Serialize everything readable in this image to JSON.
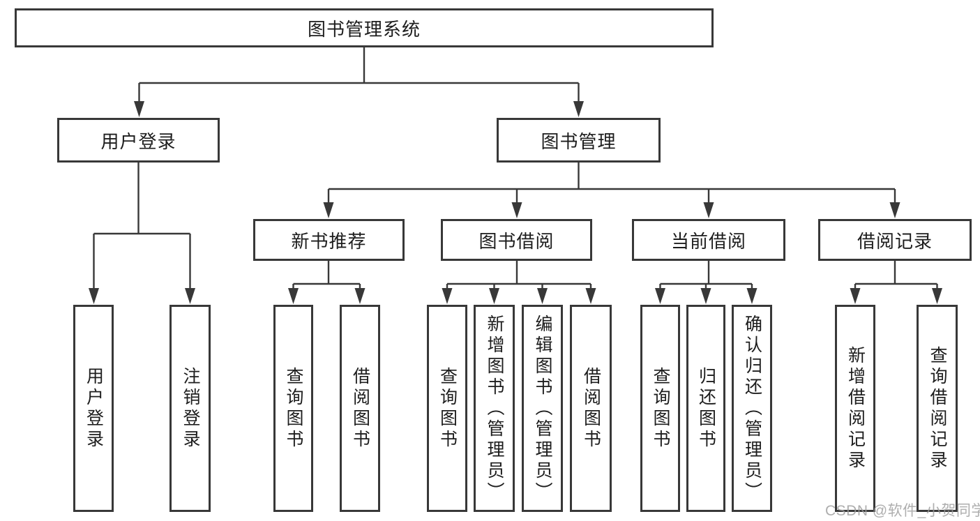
{
  "colors": {
    "line": "#383838",
    "box_border": "#383838",
    "text": "#1d1d1d",
    "background": "#ffffff",
    "watermark": "#9d9d9d"
  },
  "tree": {
    "root": {
      "label": "图书管理系统"
    },
    "branches": [
      {
        "label": "用户登录",
        "children": [
          {
            "label": "用户登录"
          },
          {
            "label": "注销登录"
          }
        ]
      },
      {
        "label": "图书管理",
        "groups": [
          {
            "label": "新书推荐",
            "children": [
              {
                "label": "查询图书"
              },
              {
                "label": "借阅图书"
              }
            ]
          },
          {
            "label": "图书借阅",
            "children": [
              {
                "label": "查询图书"
              },
              {
                "label": "新增图书（管理员）"
              },
              {
                "label": "编辑图书（管理员）"
              },
              {
                "label": "借阅图书"
              }
            ]
          },
          {
            "label": "当前借阅",
            "children": [
              {
                "label": "查询图书"
              },
              {
                "label": "归还图书"
              },
              {
                "label": "确认归还（管理员）"
              }
            ]
          },
          {
            "label": "借阅记录",
            "children": [
              {
                "label": "新增借阅记录"
              },
              {
                "label": "查询借阅记录"
              }
            ]
          }
        ]
      }
    ]
  },
  "watermark": {
    "text": "CSDN @软件_小贺同学"
  }
}
